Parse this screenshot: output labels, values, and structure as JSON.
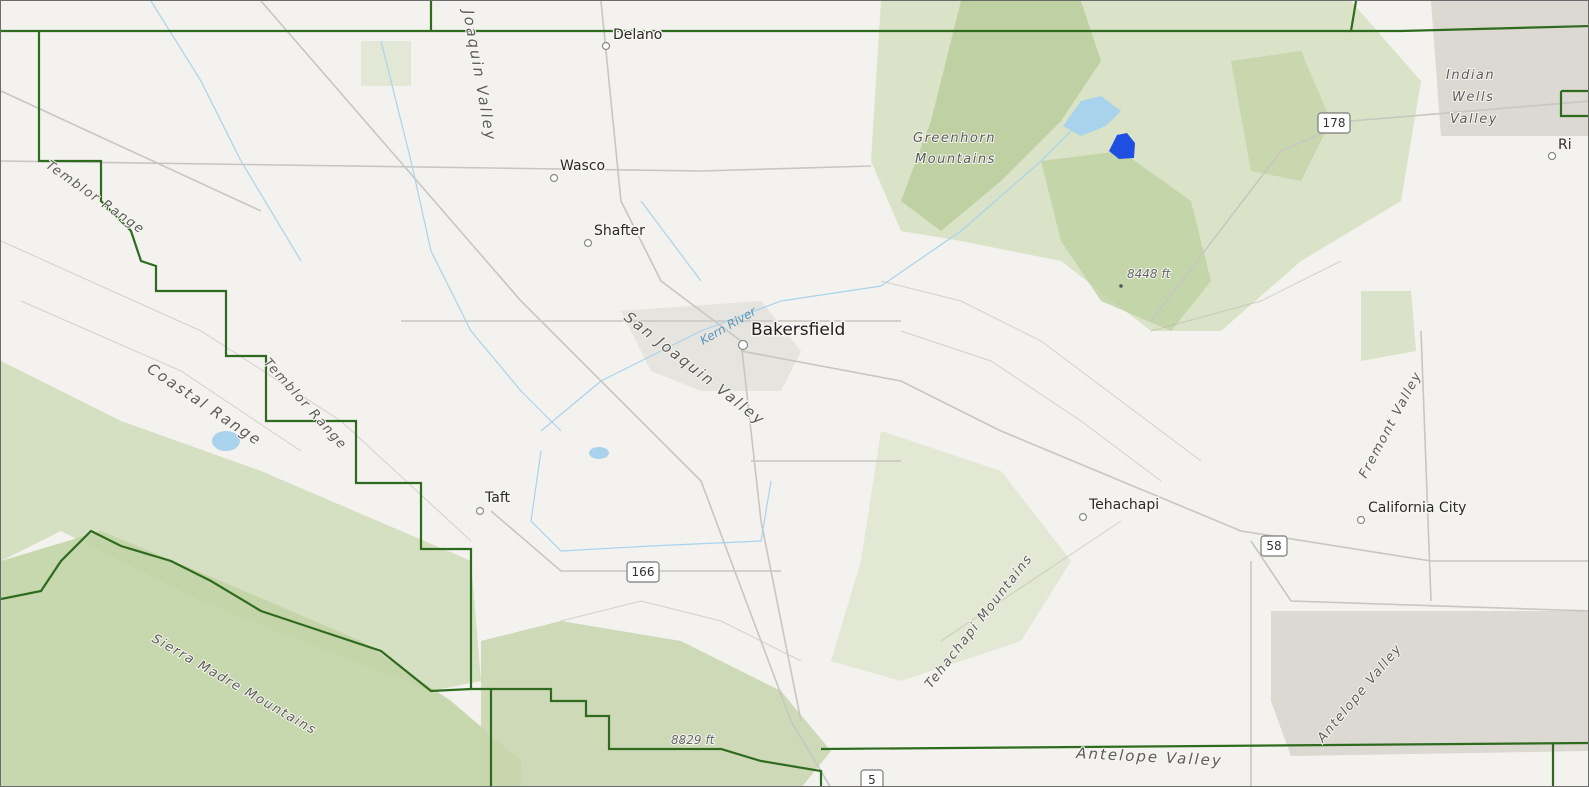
{
  "map": {
    "cities": {
      "delano": "Delano",
      "wasco": "Wasco",
      "shafter": "Shafter",
      "bakersfield": "Bakersfield",
      "taft": "Taft",
      "tehachapi": "Tehachapi",
      "california_city": "California City",
      "ri_partial": "Ri"
    },
    "regions": {
      "joaquin_valley_top": "Joaquin Valley",
      "san_joaquin_valley": "San Joaquin Valley",
      "temblor_range_1": "Temblor Range",
      "temblor_range_2": "Temblor Range",
      "coastal_range": "Coastal Range",
      "sierra_madre": "Sierra Madre Mountains",
      "greenhorn_line1": "Greenhorn",
      "greenhorn_line2": "Mountains",
      "indian_line1": "Indian",
      "indian_line2": "Wells",
      "indian_line3": "Valley",
      "fremont_valley": "Fremont Valley",
      "tehachapi_mountains": "Tehachapi Mountains",
      "antelope_valley_diag": "Antelope Valley",
      "antelope_valley_bottom": "Antelope Valley"
    },
    "rivers": {
      "kern_river": "Kern River"
    },
    "elevations": {
      "peak_east": "8448 ft",
      "peak_south": "8829 ft"
    },
    "highways": {
      "hwy_178": "178",
      "hwy_166": "166",
      "hwy_58": "58",
      "hwy_5": "5"
    },
    "colors": {
      "background": "#f3f2ee",
      "vegetation": "#c9d8b4",
      "boundary": "#2f6b1f",
      "water": "#a9d3ec",
      "highlight": "#1f4fe0",
      "urban": "#dcdad4",
      "road": "#c8c6c1"
    }
  }
}
